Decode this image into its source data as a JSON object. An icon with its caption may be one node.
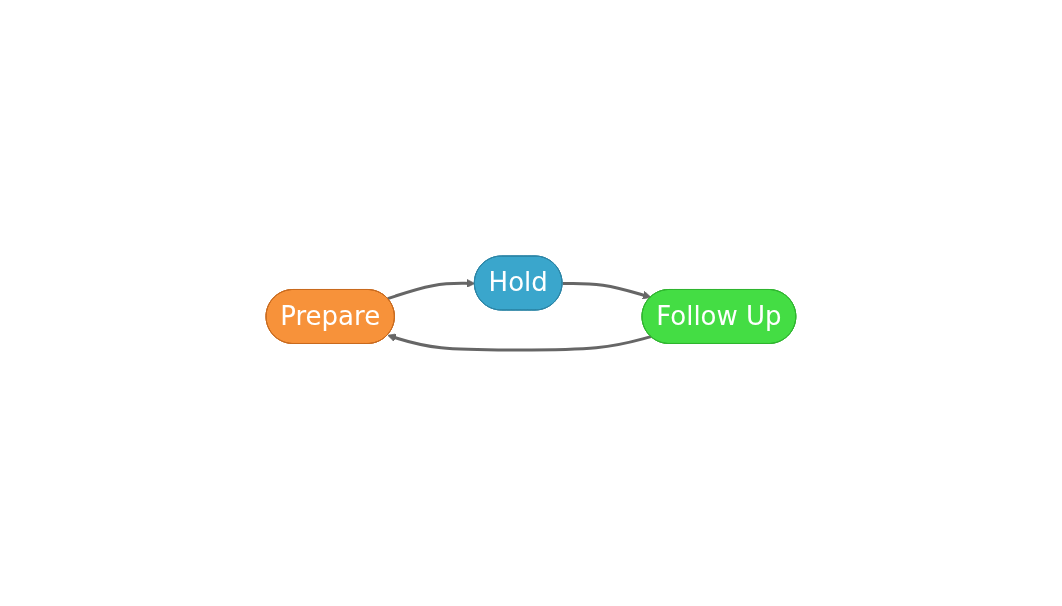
{
  "diagram": {
    "nodes": [
      {
        "text": [
          "Prepare"
        ]
      },
      {
        "text": [
          "Hold"
        ]
      },
      {
        "text": [
          "Follow Up"
        ]
      }
    ],
    "edges": [
      {
        "from": 0,
        "to": 1,
        "arrow": "to"
      },
      {
        "from": 1,
        "to": 2,
        "arrow": "to"
      },
      {
        "from": 2,
        "to": 0,
        "arrow": "to"
      }
    ]
  }
}
